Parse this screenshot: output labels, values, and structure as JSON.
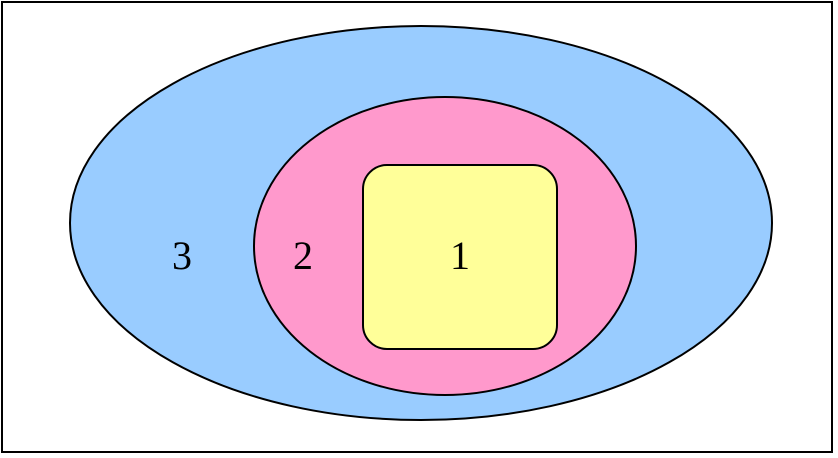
{
  "diagram": {
    "regions": [
      {
        "label": "3",
        "color": "#99ccff"
      },
      {
        "label": "2",
        "color": "#ff99cc"
      },
      {
        "label": "1",
        "color": "#ffff99"
      }
    ],
    "outline_color": "#000000",
    "frame_color": "#000000",
    "background": "#ffffff"
  }
}
